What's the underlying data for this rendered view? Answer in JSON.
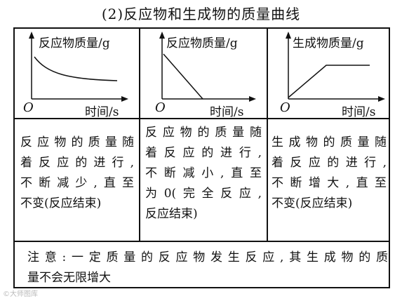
{
  "title": "(2)反应物和生成物的质量曲线",
  "graphs": [
    {
      "ylabel": "反应物质量/g",
      "origin": "O",
      "xlabel": "时间/s",
      "curve": "decreasing-to-plateau"
    },
    {
      "ylabel": "反应物质量/g",
      "origin": "O",
      "xlabel": "时间/s",
      "curve": "linear-decrease-to-zero"
    },
    {
      "ylabel": "生成物质量/g",
      "origin": "O",
      "xlabel": "时间/s",
      "curve": "linear-increase-to-plateau"
    }
  ],
  "descriptions": [
    [
      "反应物的质量随",
      "着反应的进行,",
      "不断减少,直至",
      "不变(反应结束)"
    ],
    [
      "反应物的质量随",
      "着反应的进行,",
      "不断减小,直至",
      "为0(完全反应,",
      "反应结束)"
    ],
    [
      "生成物的质量随",
      "着反应的进行,",
      "不断增大,直至",
      "不变(反应结束)"
    ]
  ],
  "note": {
    "line1": "注意:一定质量的反应物发生反应,其生成物的质",
    "line2": "量不会无限增大"
  },
  "watermark": "©大师图库"
}
